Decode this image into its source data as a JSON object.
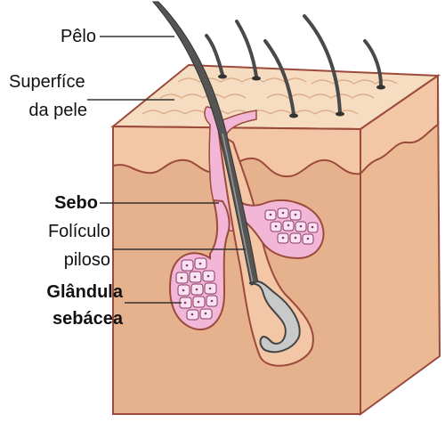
{
  "labels": {
    "hair": "Pêlo",
    "skin_surface_line1": "Superfíce",
    "skin_surface_line2": "da pele",
    "sebum": "Sebo",
    "follicle_line1": "Folículo",
    "follicle_line2": "piloso",
    "gland_line1": "Glândula",
    "gland_line2": "sebácea"
  },
  "colors": {
    "skin_top": "#f6dcc0",
    "skin_front": "#f3c6a5",
    "skin_dermis": "#e6b18d",
    "skin_side": "#ecb995",
    "outline": "#9c4a3c",
    "gland": "#f2b7d6",
    "gland_cells": "#f9e3f0",
    "hair": "#4a4a4a",
    "bulb": "#c9c9c9"
  }
}
